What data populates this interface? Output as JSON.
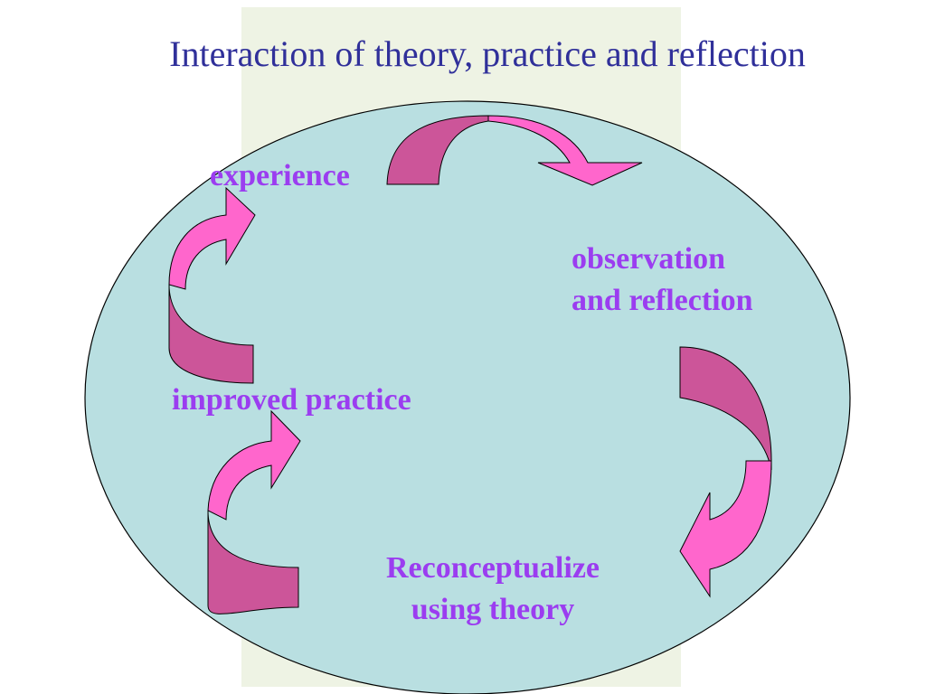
{
  "title": "Interaction of theory, practice and reflection",
  "nodes": {
    "experience": "experience",
    "observation": [
      "observation",
      "and reflection"
    ],
    "reconceptualize": [
      "Reconceptualize",
      "using theory"
    ],
    "improved_practice": "improved practice"
  },
  "colors": {
    "circle_fill": "#b9dfe1",
    "arrow_light": "#ff66cc",
    "arrow_dark": "#cc5599",
    "label": "#9b3df0",
    "title": "#30309a"
  },
  "icons": [
    "curved-arrow-icon"
  ]
}
